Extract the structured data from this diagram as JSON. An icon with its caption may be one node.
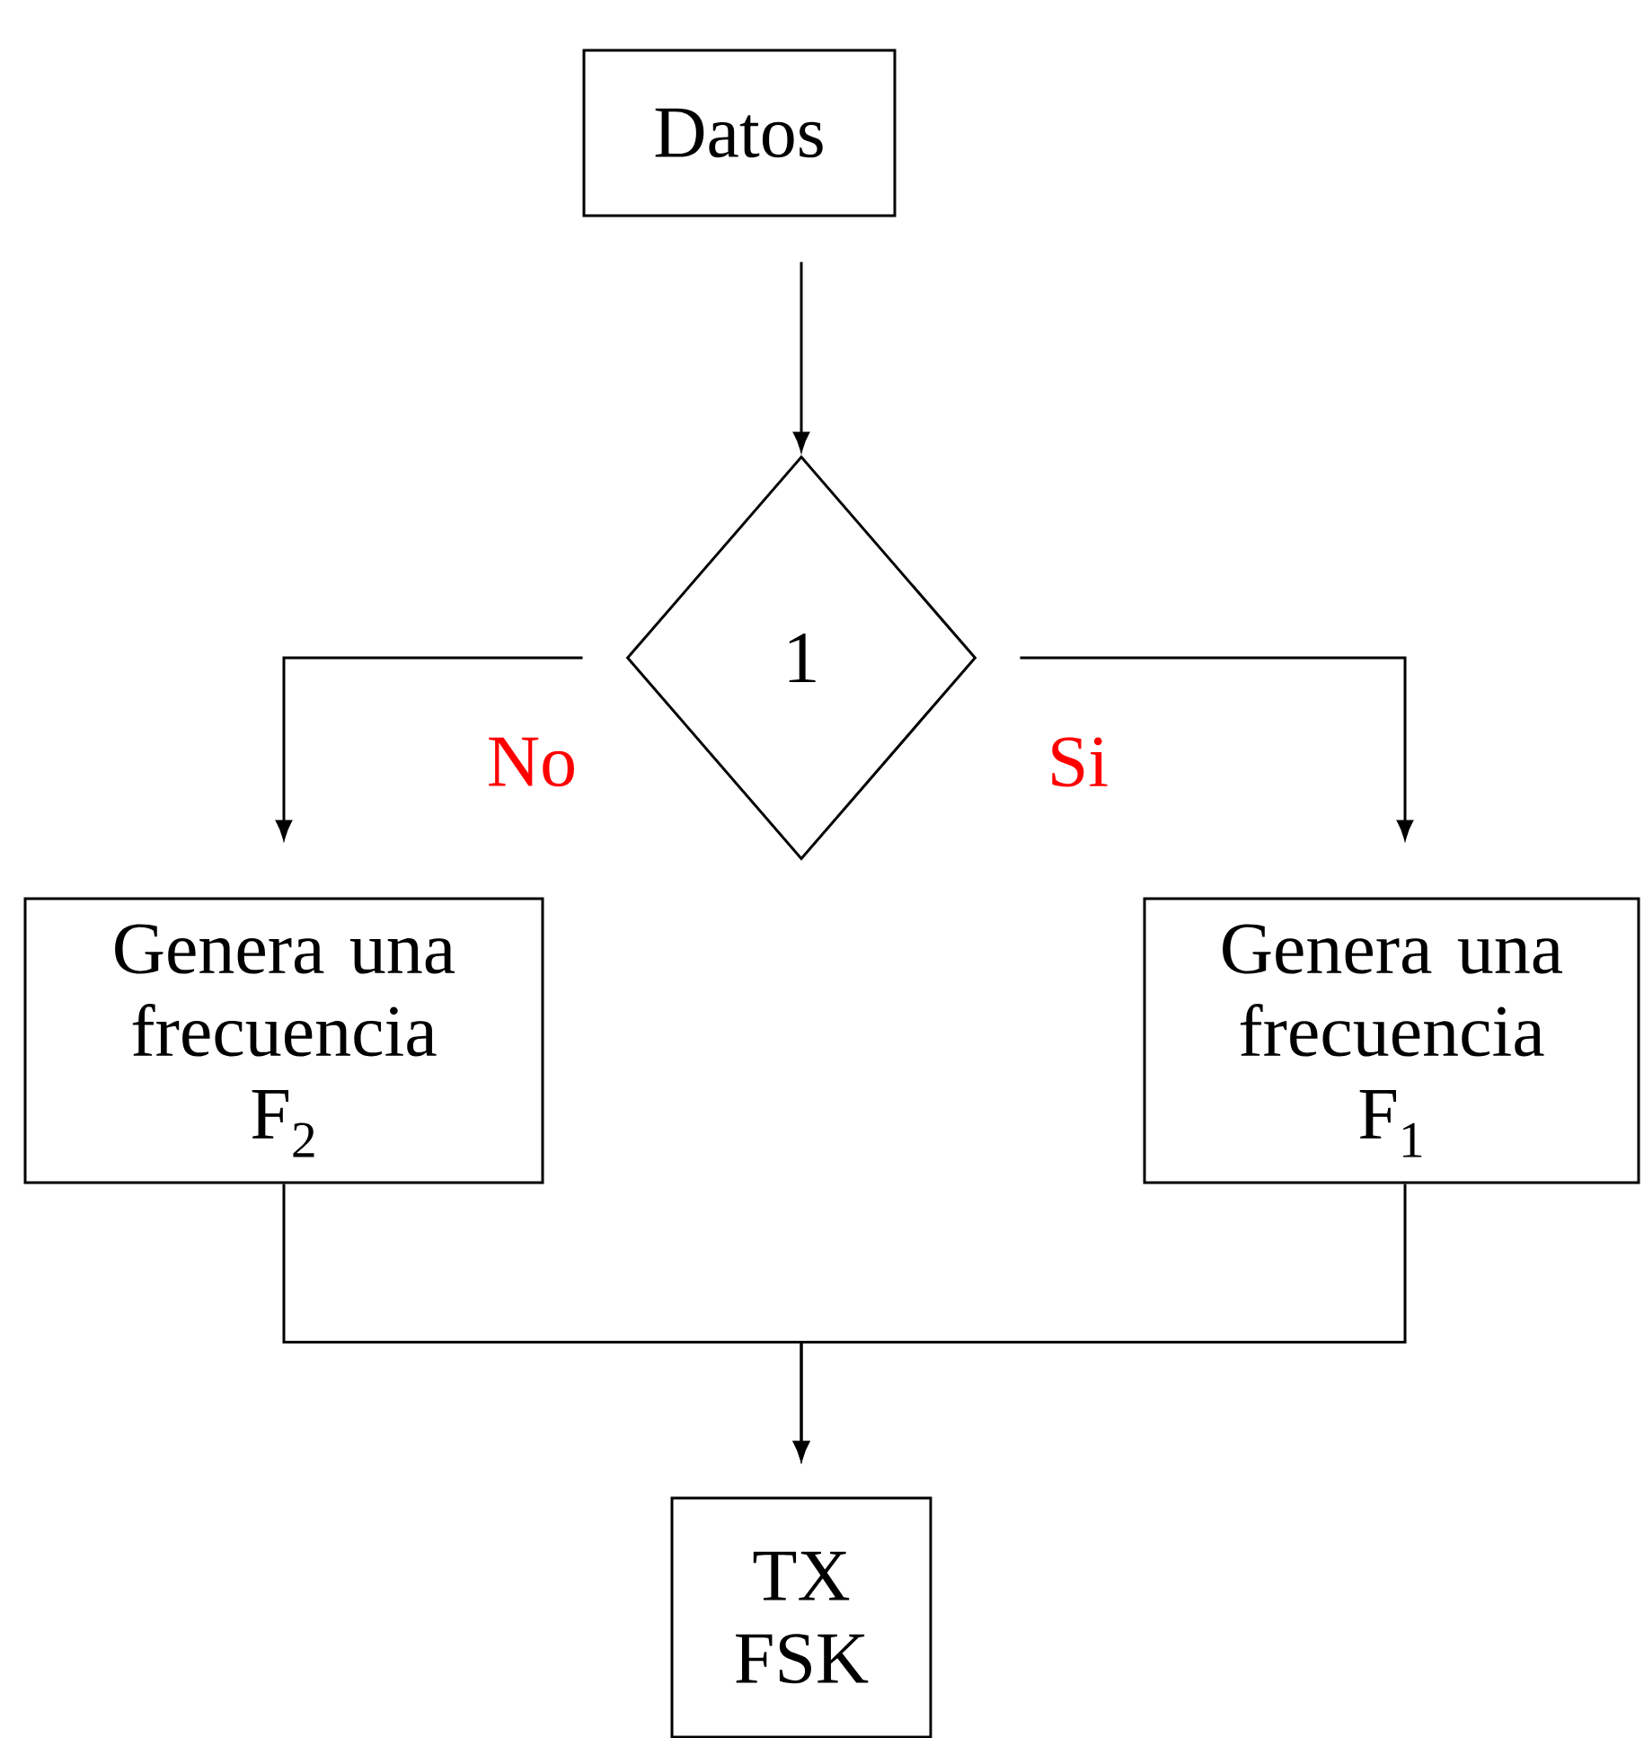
{
  "diagram": {
    "nodes": [
      {
        "text": [
          "Datos"
        ]
      },
      {
        "text": [
          "1"
        ]
      },
      {
        "text": [
          "Genera una frecuencia F$_{2}$"
        ]
      },
      {
        "text": [
          "Genera una frecuencia F$_{1}$"
        ]
      },
      {
        "text": [
          "TX FSK"
        ]
      }
    ],
    "edges": [
      {
        "from": 0,
        "to": 1,
        "arrow": "to"
      },
      {
        "from": 1,
        "to": 2,
        "arrow": "to",
        "label": "No"
      },
      {
        "from": 1,
        "to": 3,
        "arrow": "to",
        "label": "Si"
      },
      {
        "from": 2,
        "to": 4,
        "arrow": "to"
      },
      {
        "from": 3,
        "to": 4,
        "arrow": "to"
      }
    ]
  }
}
